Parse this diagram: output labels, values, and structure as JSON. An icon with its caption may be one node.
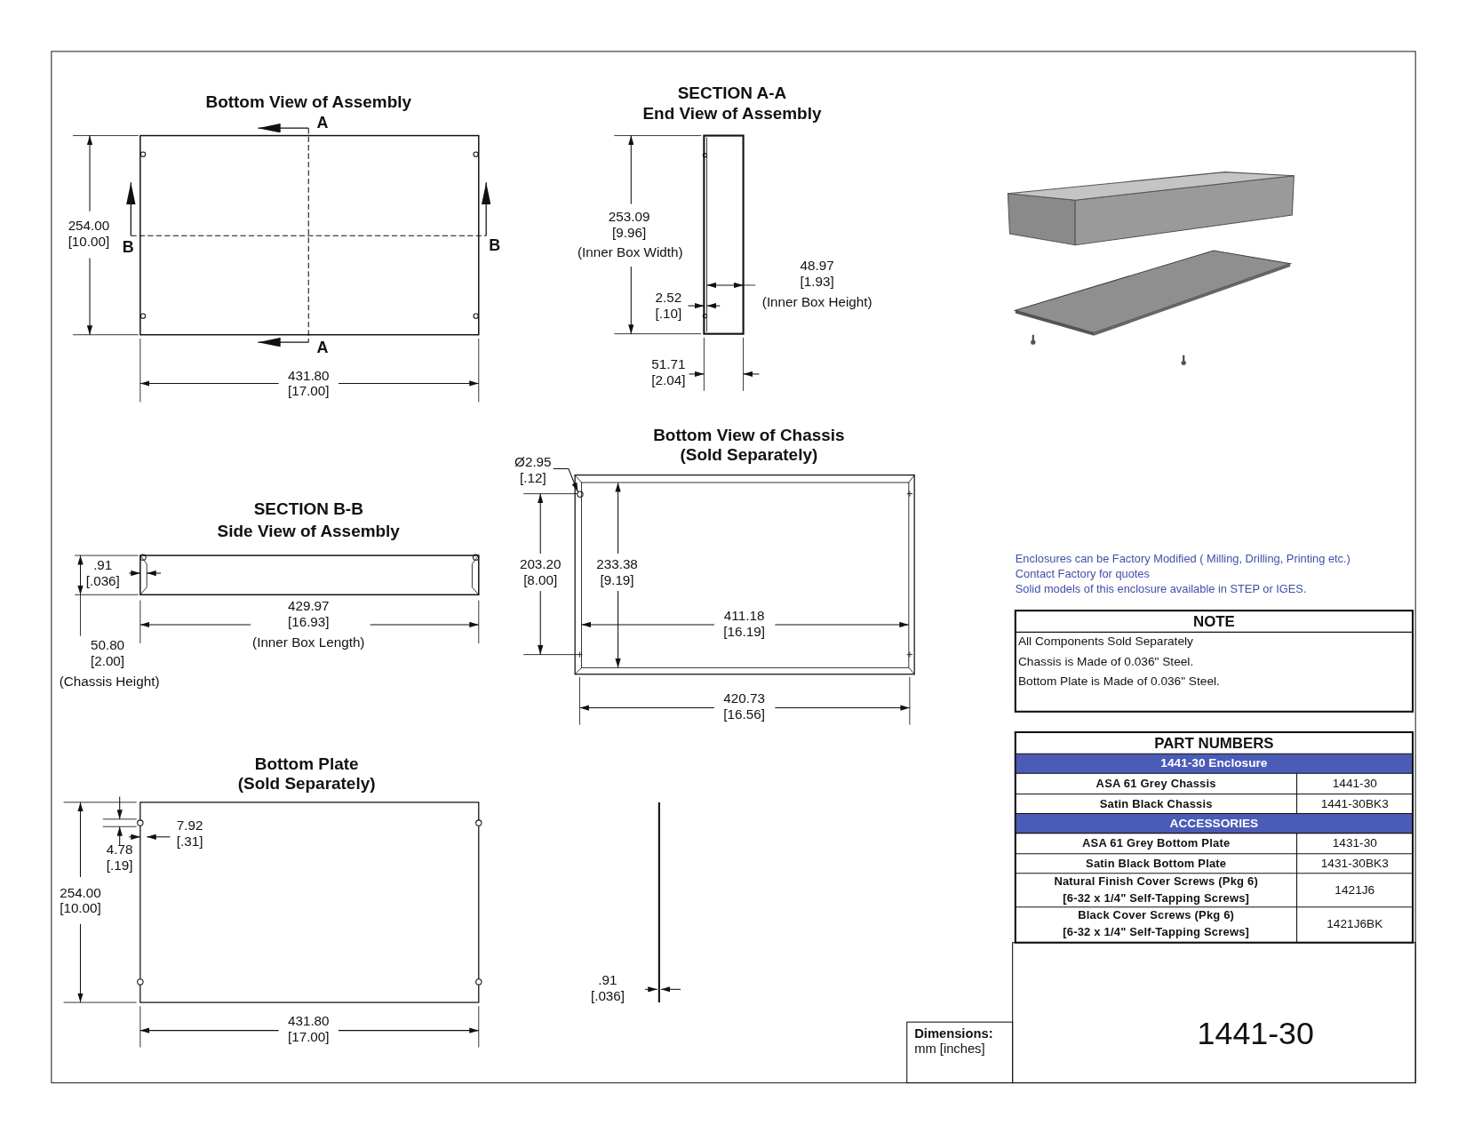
{
  "diagram": {
    "nodes": [
      {
        "text": [
          "Ø2.95 [.12]"
        ]
      },
      {
        "text": [],
        "shape": "circle"
      }
    ],
    "edges": [
      {
        "from": 0,
        "to": 1,
        "arrow": "to"
      }
    ],
    "labels": [
      "Bottom View of Assembly",
      "SECTION A-A",
      "End View of Assembly",
      "A",
      "254.00 [10.00]",
      "B",
      "B",
      "253.09 [9.96]",
      "(Inner Box Width)",
      "48.97 [1.93]",
      "(Inner Box Height)",
      "2.52 [.10]",
      "A",
      "431.80 [17.00]",
      "51.71 [2.04]",
      "Bottom View of Chassis (Sold Separately)",
      "SECTION B-B",
      "Side View of Assembly",
      ".91 [.036]",
      "429.97 [16.93]",
      "(Inner Box Length)",
      "50.80 [2.00]",
      "(Chassis Height)",
      "203.20 [8.00]",
      "233.38 [9.19]",
      "411.18 [16.19]",
      "420.73 [16.56]",
      "Enclosures can be Factory Modified ( Milling, Drilling, Printing etc.)",
      "Contact Factory for quotes",
      "Solid models of this enclosure available in STEP or IGES.",
      "NOTE",
      "All Components Sold Separately",
      "Chassis is Made of 0.036\" Steel.",
      "Bottom Plate is Made of 0.036\" Steel.",
      "PART NUMBERS",
      "1441-30 Enclosure",
      "ASA 61 Grey Chassis",
      "1441-30",
      "Satin Black Chassis",
      "1441-30BK3",
      "ACCESSORIES",
      "ASA 61 Grey Bottom Plate",
      "1431-30",
      "Satin Black Bottom Plate",
      "1431-30BK3",
      "Natural Finish Cover Screws (Pkg 6)",
      "[6-32 x 1/4\" Self-Tapping Screws]",
      "1421J6",
      "Black Cover Screws (Pkg 6)",
      "[6-32 x 1/4\" Self-Tapping Screws]",
      "1421J6BK",
      "Bottom Plate (Sold Separately)",
      "7.92 [.31]",
      "4.78 [.19]",
      "254.00 [10.00]",
      "431.80 [17.00]",
      ".91 [.036]",
      "**Dimensions:** mm [inches]",
      "1441-30"
    ]
  }
}
